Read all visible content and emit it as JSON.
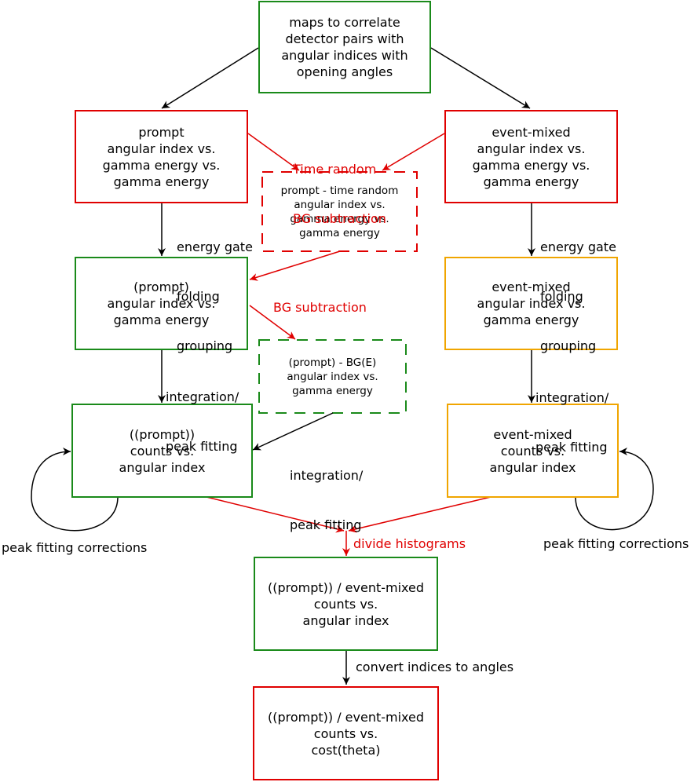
{
  "nodes": {
    "top": [
      "maps to correlate",
      "detector pairs with",
      "angular indices with",
      "opening angles"
    ],
    "prompt_3d": [
      "prompt",
      "angular index vs.",
      "gamma energy vs.",
      "gamma energy"
    ],
    "mixed_3d": [
      "event-mixed",
      "angular index vs.",
      "gamma energy vs.",
      "gamma energy"
    ],
    "tr_sub": [
      "prompt - time random",
      "angular index vs.",
      "gamma energy vs.",
      "gamma energy"
    ],
    "prompt_2d": [
      "(prompt)",
      "angular index vs.",
      "gamma energy"
    ],
    "mixed_2d": [
      "event-mixed",
      "angular index vs.",
      "gamma energy"
    ],
    "bg_sub": [
      "(prompt) - BG(E)",
      "angular index vs.",
      "gamma energy"
    ],
    "prompt_counts": [
      "((prompt))",
      "counts vs.",
      "angular index"
    ],
    "mixed_counts": [
      "event-mixed",
      "counts vs.",
      "angular index"
    ],
    "ratio": [
      "((prompt)) / event-mixed",
      "counts vs.",
      "angular index"
    ],
    "final": [
      "((prompt)) / event-mixed",
      "counts vs.",
      "cost(theta)"
    ]
  },
  "labels": {
    "time_random": [
      "Time random",
      "BG subtraction"
    ],
    "energy_gate_left": [
      "energy gate",
      "folding",
      "grouping"
    ],
    "energy_gate_right": [
      "energy gate",
      "folding",
      "grouping"
    ],
    "bg_subtraction": "BG subtraction",
    "integ_left": [
      "integration/",
      "peak fitting"
    ],
    "integ_right": [
      "integration/",
      "peak fitting"
    ],
    "integ_mid": [
      "integration/",
      "peak fitting"
    ],
    "peak_corr_left": "peak fitting corrections",
    "peak_corr_right": "peak fitting corrections",
    "divide": "divide histograms",
    "convert": "convert indices to angles"
  },
  "colors": {
    "green": "#1a8a1a",
    "red": "#e00000",
    "orange": "#f0a500",
    "black": "#000000"
  }
}
